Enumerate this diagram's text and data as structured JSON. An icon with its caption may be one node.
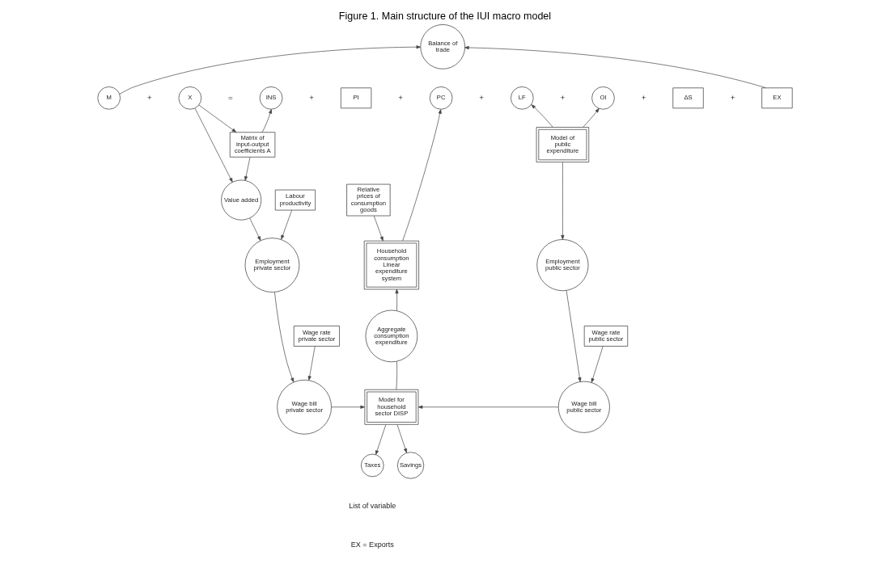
{
  "diagram": {
    "title": "Figure 1. Main structure of the IUI macro model",
    "nodes": [
      {
        "text": [
          "Balance of trade"
        ]
      },
      {
        "text": [
          "M"
        ]
      },
      {
        "text": [
          "X"
        ]
      },
      {
        "text": [
          "INS"
        ]
      },
      {
        "text": [
          "PI"
        ]
      },
      {
        "text": [
          "PC"
        ]
      },
      {
        "text": [
          "LF"
        ]
      },
      {
        "text": [
          "OI"
        ]
      },
      {
        "text": [
          "ΔS"
        ]
      },
      {
        "text": [
          "EX"
        ]
      },
      {
        "text": [
          "Matrix of input-output coefficients A"
        ]
      },
      {
        "text": [
          "Value added"
        ]
      },
      {
        "text": [
          "Relative prices of consumption goods"
        ]
      },
      {
        "text": [
          "Household consumption Linear expenditure system"
        ]
      },
      {
        "text": [
          "Model of public expenditure"
        ]
      },
      {
        "text": [
          "Labour productivity"
        ]
      },
      {
        "text": [
          "Employment private sector"
        ]
      },
      {
        "text": [
          "Aggregate consumption expenditure"
        ]
      },
      {
        "text": [
          "Employment public sector"
        ]
      },
      {
        "text": [
          "Wage rate public sector"
        ]
      },
      {
        "text": [
          "Wage rate private sector"
        ]
      },
      {
        "text": [
          "Wage bill private sector"
        ]
      },
      {
        "text": [
          "Model for household sector DISP"
        ]
      },
      {
        "text": [
          "Wage bill public sector"
        ]
      },
      {
        "text": [
          "Taxes"
        ]
      },
      {
        "text": [
          "Savings"
        ]
      }
    ],
    "edges": [
      {
        "from": 1,
        "to": 0,
        "arrow": "to"
      },
      {
        "from": 9,
        "to": 0,
        "arrow": "to"
      },
      {
        "from": 2,
        "to": 11,
        "arrow": "to"
      },
      {
        "from": 2,
        "to": 10,
        "arrow": "to"
      },
      {
        "from": 10,
        "to": 3,
        "arrow": "to"
      },
      {
        "from": 10,
        "to": 11,
        "arrow": "to"
      },
      {
        "from": 11,
        "to": 16,
        "arrow": "to"
      },
      {
        "from": 15,
        "to": 16,
        "arrow": "to"
      },
      {
        "from": 16,
        "to": 21,
        "arrow": "to"
      },
      {
        "from": 20,
        "to": 21,
        "arrow": "to"
      },
      {
        "from": 21,
        "to": 22,
        "arrow": "to"
      },
      {
        "from": 12,
        "to": 13,
        "arrow": "to"
      },
      {
        "from": 13,
        "to": 5,
        "arrow": "to"
      },
      {
        "from": 17,
        "to": 13,
        "arrow": "to"
      },
      {
        "from": 22,
        "to": 17,
        "arrow": "none"
      },
      {
        "from": 14,
        "to": 6,
        "arrow": "to"
      },
      {
        "from": 14,
        "to": 7,
        "arrow": "to"
      },
      {
        "from": 14,
        "to": 18,
        "arrow": "to"
      },
      {
        "from": 18,
        "to": 23,
        "arrow": "to"
      },
      {
        "from": 19,
        "to": 23,
        "arrow": "to"
      },
      {
        "from": 23,
        "to": 22,
        "arrow": "to"
      },
      {
        "from": 22,
        "to": 24,
        "arrow": "to"
      },
      {
        "from": 22,
        "to": 25,
        "arrow": "to"
      }
    ],
    "labels": [
      "+",
      "=",
      "+",
      "+",
      "+",
      "+",
      "+",
      "+",
      "List of variable",
      "EX = Exports"
    ]
  }
}
